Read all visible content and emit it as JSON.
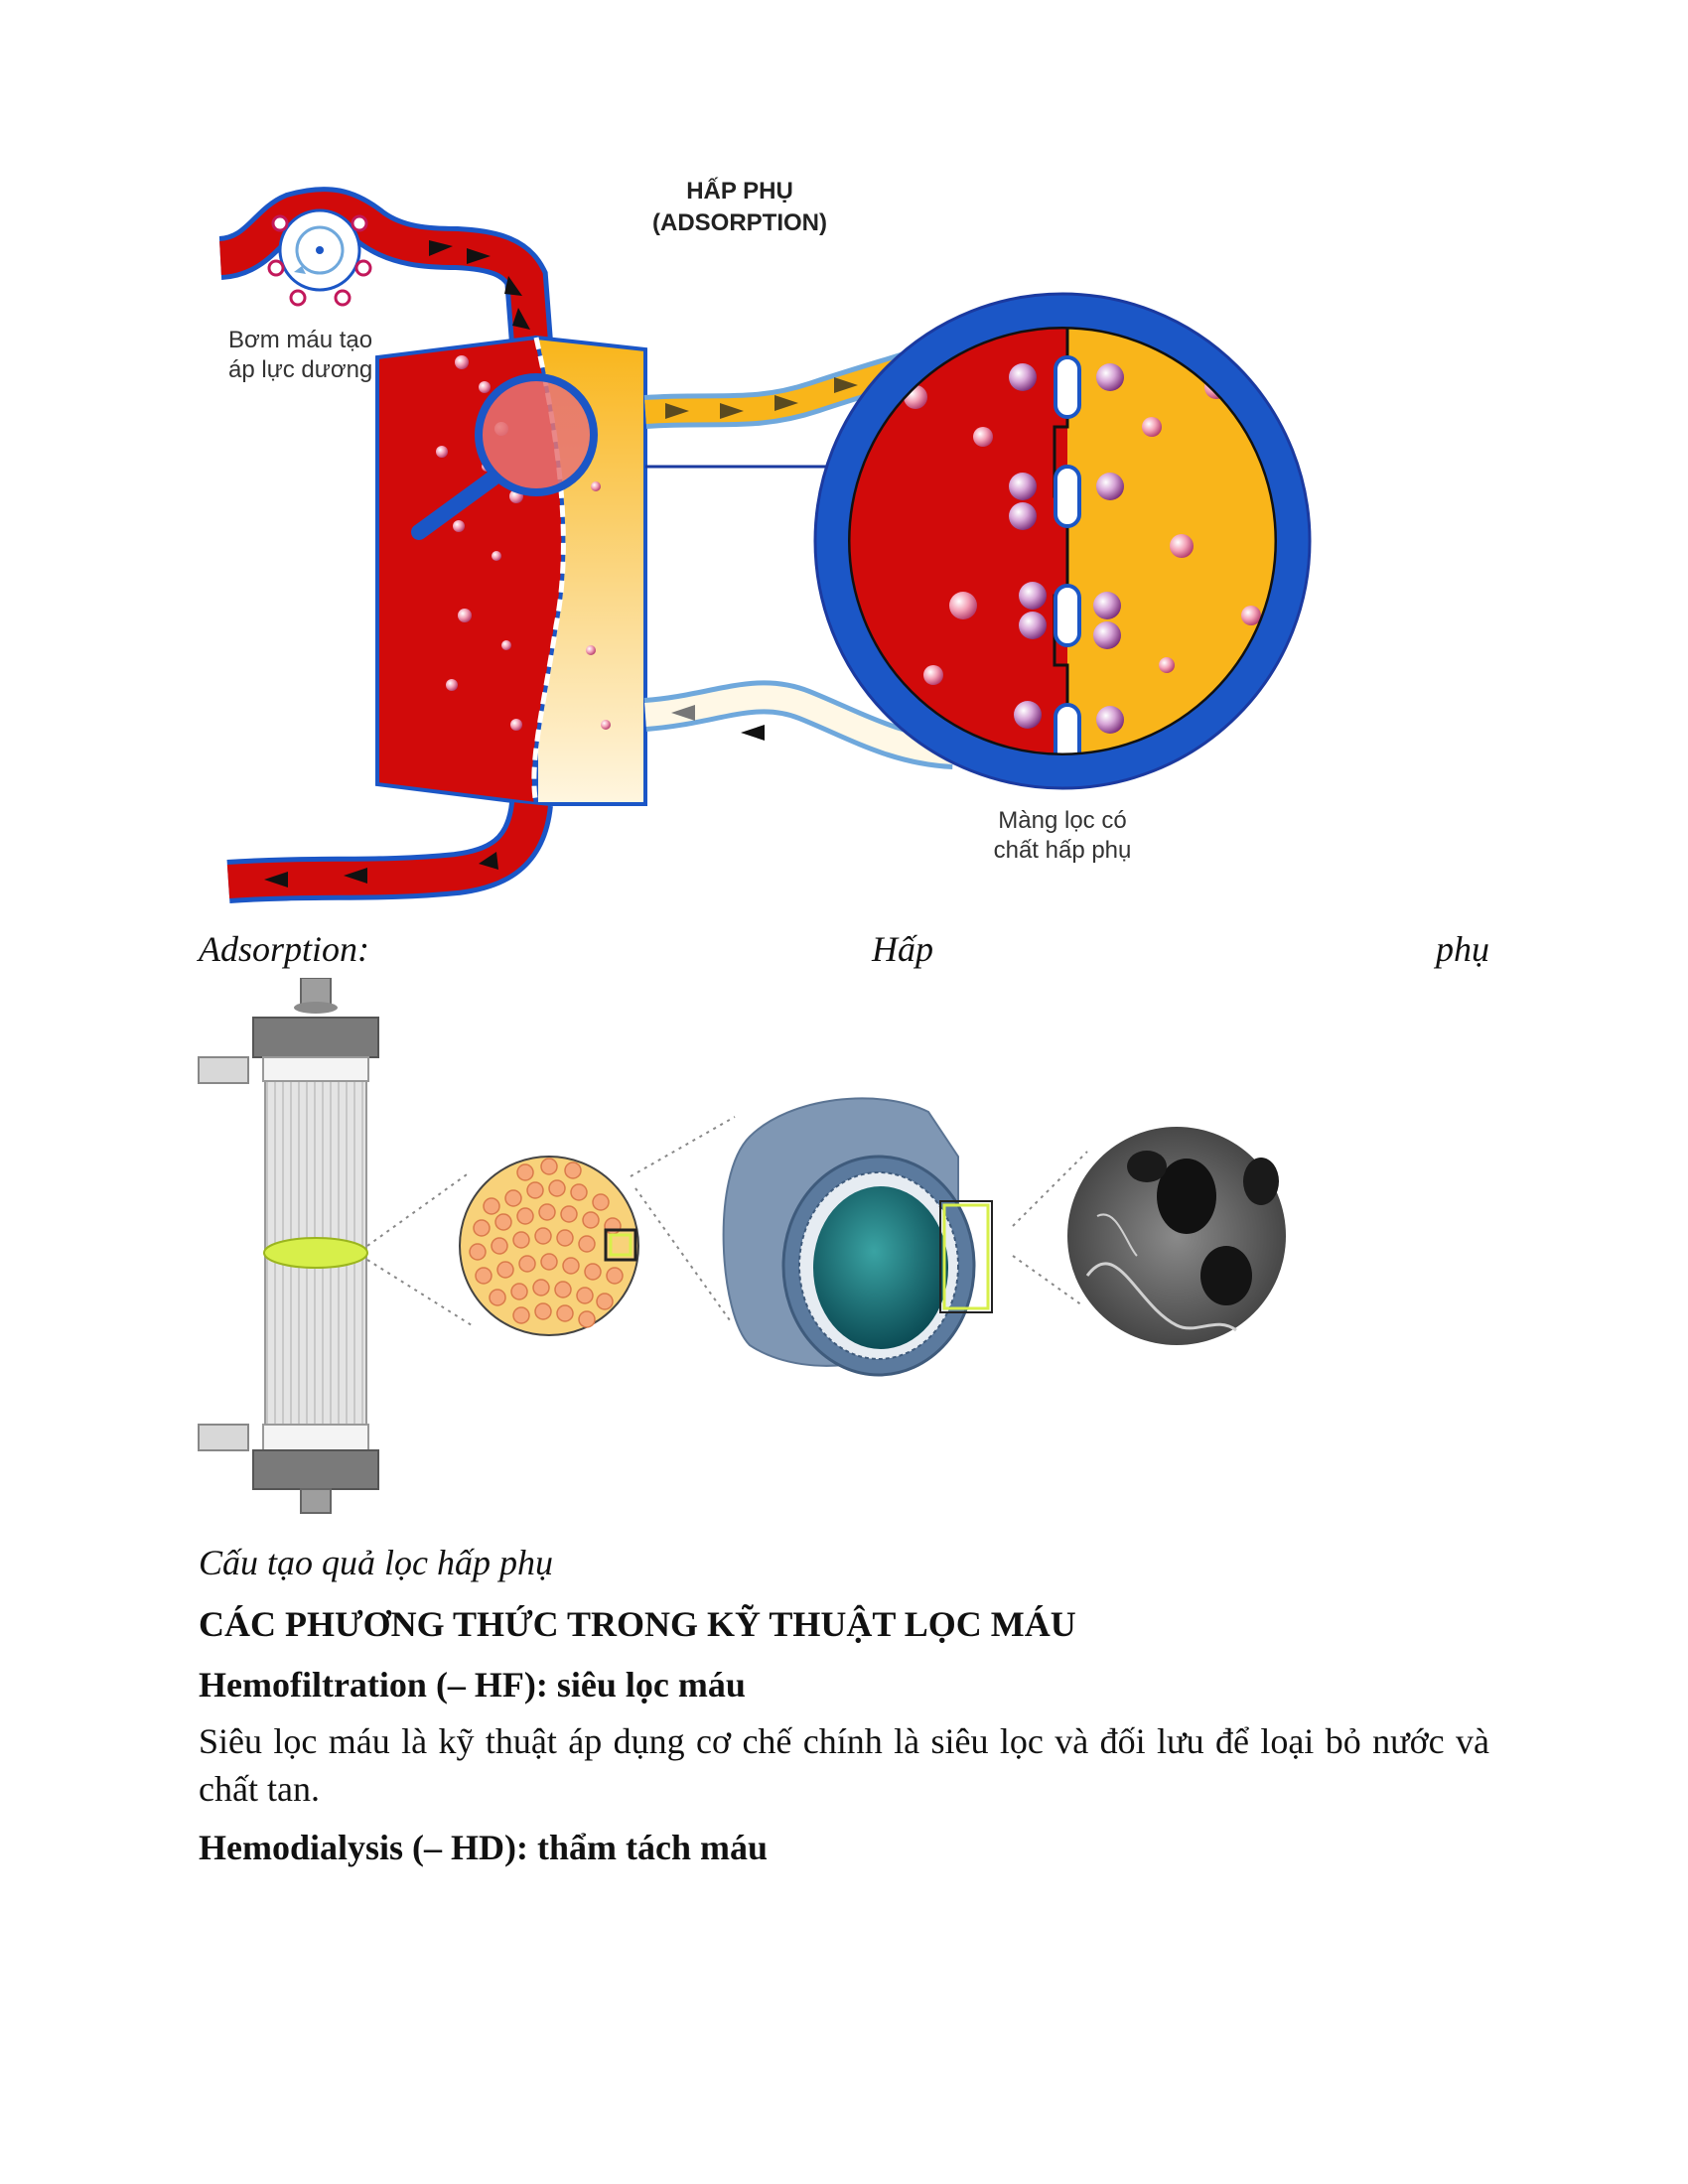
{
  "figure1": {
    "title_line1": "HẤP PHỤ",
    "title_line2": "(ADSORPTION)",
    "pump_label_line1": "Bơm máu tạo",
    "pump_label_line2": "áp lực dương",
    "membrane_label_line1": "Màng lọc có",
    "membrane_label_line2": "chất hấp phụ",
    "colors": {
      "blood": "#d10a0a",
      "filtrate": "#f9b51a",
      "frame": "#1b56c6"
    }
  },
  "caption1": {
    "part1": "Adsorption:",
    "part2": "Hấp",
    "part3": "phụ"
  },
  "caption2": "Cấu tạo quả lọc hấp phụ",
  "section_heading": "CÁC PHƯƠNG THỨC TRONG KỸ THUẬT LỌC MÁU",
  "hf": {
    "heading": "Hemofiltration (– HF): siêu lọc máu",
    "body": "Siêu lọc máu là kỹ thuật áp dụng cơ chế chính là siêu lọc và đối lưu để loại bỏ nước và chất tan."
  },
  "hd": {
    "heading": "Hemodialysis (– HD): thẩm tách máu"
  }
}
